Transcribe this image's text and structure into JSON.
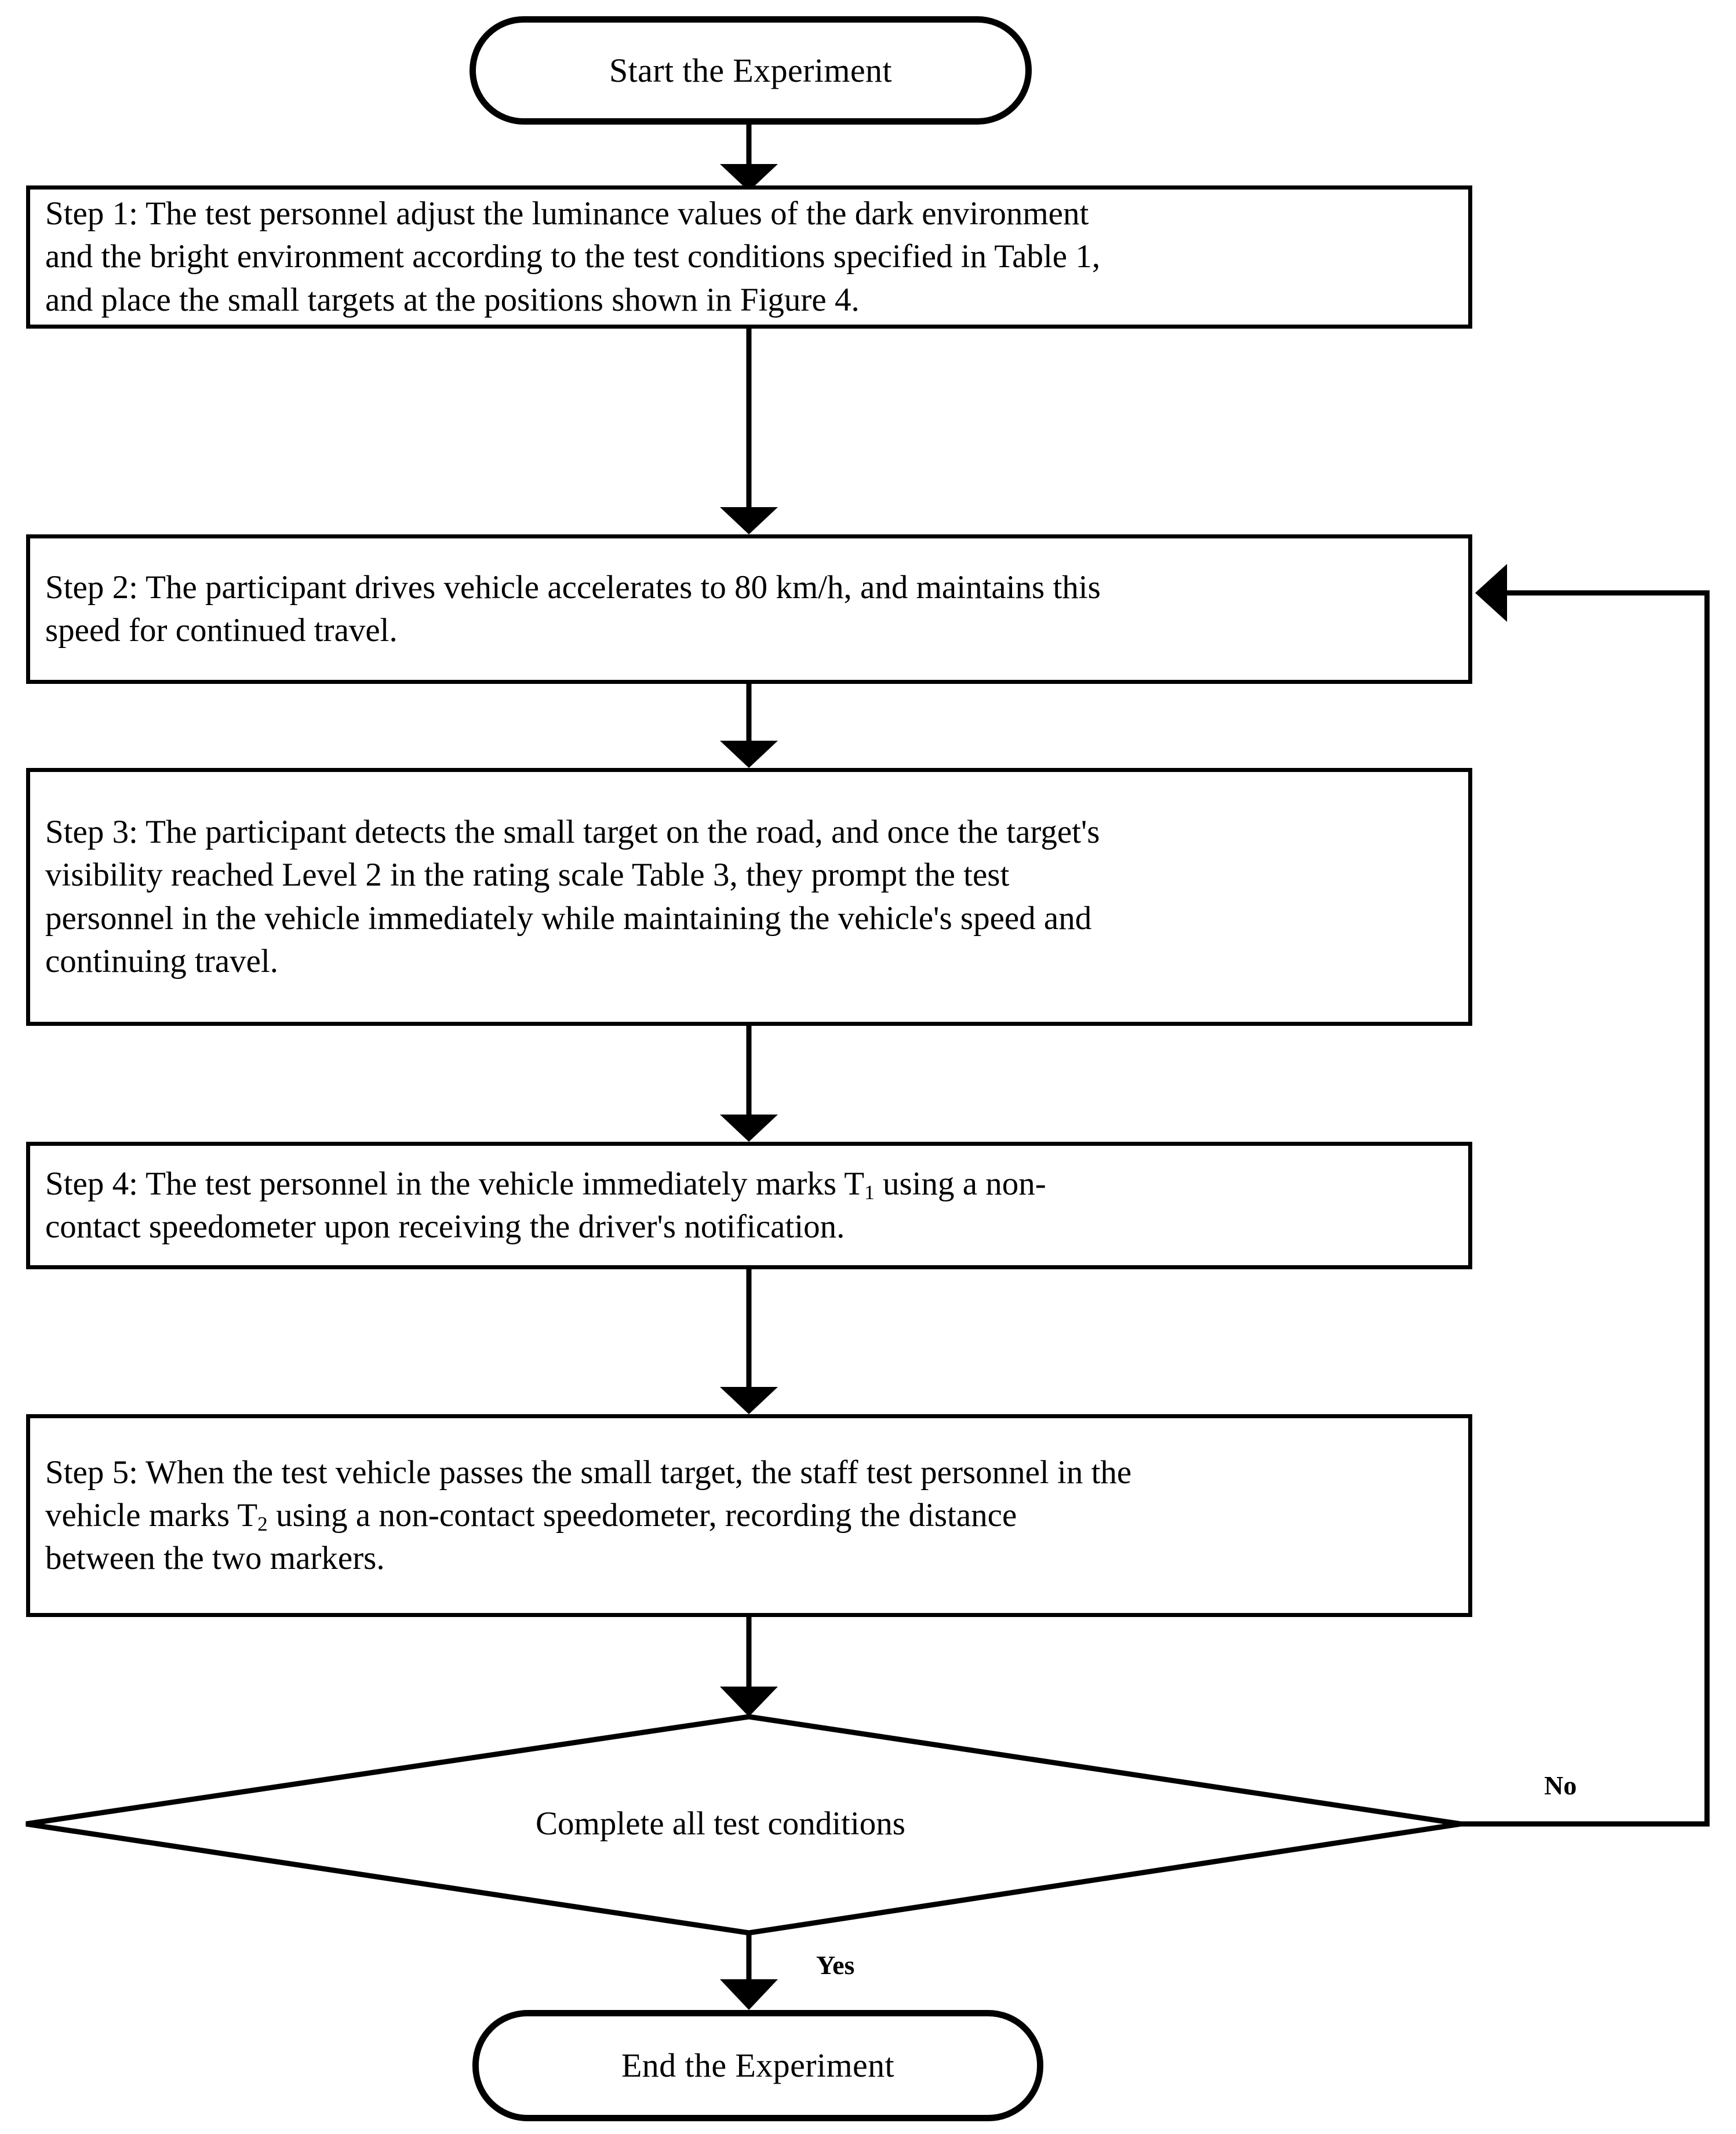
{
  "diagram": {
    "title": "Experiment Procedure Flowchart",
    "type": "flowchart",
    "orientation": "top-to-bottom",
    "colors": {
      "stroke": "#000000",
      "fill": "#ffffff",
      "text": "#000000"
    }
  },
  "nodes": {
    "start": {
      "shape": "terminator",
      "label": "Start the Experiment"
    },
    "step1": {
      "shape": "process",
      "label": "Step 1: The test personnel adjust the luminance values of the dark environment and the bright environment according to the test conditions specified in Table 1, and place the small targets at the positions shown in Figure 4.",
      "lines": [
        "Step 1: The test personnel adjust the luminance values of the dark environment",
        "and the bright environment according to the test conditions specified in Table 1,",
        "and place the small targets at the positions shown in Figure 4."
      ]
    },
    "step2": {
      "shape": "process",
      "label": "Step 2: The participant drives vehicle accelerates to 80 km/h, and maintains this speed for continued travel.",
      "lines": [
        "Step 2: The participant drives vehicle accelerates to 80 km/h, and maintains this",
        "speed for continued travel."
      ]
    },
    "step3": {
      "shape": "process",
      "label": "Step 3: The participant detects the small target on the road, and once the target's visibility reached Level 2 in the rating scale Table 3, they prompt the test personnel in the vehicle immediately while maintaining the vehicle's speed and continuing travel.",
      "lines": [
        "Step 3: The participant detects the small target on the road, and once the target's",
        "visibility reached Level 2 in the rating scale Table 3, they prompt the test",
        "personnel in the vehicle immediately while maintaining the vehicle's speed and",
        "continuing travel."
      ]
    },
    "step4": {
      "shape": "process",
      "label": "Step 4: The test personnel in the vehicle immediately marks T1 using a non-contact speedometer upon receiving the driver's notification.",
      "line1_pre": "Step 4: The test personnel in the vehicle immediately marks T",
      "line1_sub": "1",
      "line1_post": " using a non-",
      "line2": "contact speedometer upon receiving the driver's notification."
    },
    "step5": {
      "shape": "process",
      "label": "Step 5: When the test vehicle passes the small target, the staff test personnel in the vehicle marks T2 using a non-contact speedometer, recording the distance between the two markers.",
      "line1": "Step 5: When the test vehicle passes the small target, the staff test personnel in the",
      "line2_pre": "vehicle marks T",
      "line2_sub": "2",
      "line2_post": " using a non-contact speedometer, recording the distance",
      "line3": "between the two markers."
    },
    "decision": {
      "shape": "diamond",
      "label": "Complete all test conditions"
    },
    "end": {
      "shape": "terminator",
      "label": "End the Experiment"
    }
  },
  "edges": {
    "no_label": "No",
    "yes_label": "Yes"
  }
}
